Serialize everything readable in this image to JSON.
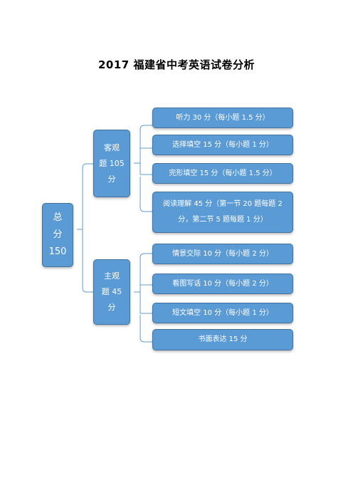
{
  "title": "2017 福建省中考英语试卷分析",
  "root": {
    "label": "总\n分\n150"
  },
  "groups": [
    {
      "label": "客观\n题 105\n分",
      "items": [
        "听力 30 分（每小题 1.5 分）",
        "选择填空 15 分（每小题 1 分）",
        "完形填空 15 分（每小题 1.5 分）",
        "阅读理解 45 分（第一节 20 题每题 2\n分，第二节 5 题每题 1 分）"
      ]
    },
    {
      "label": "主观\n题 45\n分",
      "items": [
        "情景交际 10 分（每小题 2 分）",
        "看图写话 10 分（每小题 2 分）",
        "短文填空 10 分（每小题 1 分）",
        "书面表达 15 分"
      ]
    }
  ],
  "colors": {
    "box_fill": "#5b9bd5",
    "box_border": "#41719c",
    "connector": "#5b9bd5"
  }
}
